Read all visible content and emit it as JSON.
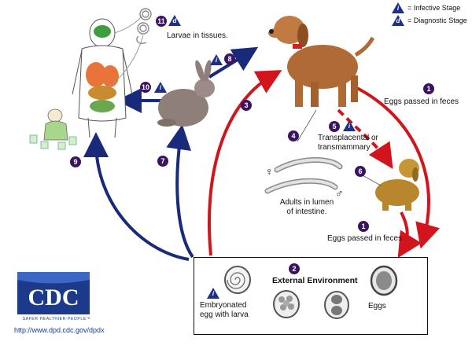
{
  "legend": {
    "infective_symbol": "i",
    "infective_label": "= Infective Stage",
    "diagnostic_symbol": "d",
    "diagnostic_label": "= Diagnostic Stage"
  },
  "steps": {
    "s1": "1",
    "s1b": "1",
    "s2": "2",
    "s3": "3",
    "s4": "4",
    "s5": "5",
    "s6": "6",
    "s7": "7",
    "s8": "8",
    "s9": "9",
    "s10": "10",
    "s11": "11"
  },
  "labels": {
    "larvae_tissues": "Larvae in tissues.",
    "eggs_feces_top": "Eggs passed in feces",
    "transplacental_line1": "Transplacental or",
    "transplacental_line2": "transmammary",
    "adults_line1": "Adults in lumen",
    "adults_line2": "of intestine.",
    "eggs_feces_bottom": "Eggs passed in feces",
    "external_environment": "External Environment",
    "embryonated_line1": "Embryonated",
    "embryonated_line2": "egg with larva",
    "eggs": "Eggs",
    "female_symbol": "♀",
    "male_symbol": "♂"
  },
  "cdc": {
    "logo_text": "CDC",
    "tagline": "SAFER·HEALTHIER·PEOPLE™",
    "url": "http://www.dpd.cdc.gov/dpdx"
  },
  "colors": {
    "red_arrow": "#d2141c",
    "blue_arrow": "#1a2a7a",
    "badge": "#3a1460",
    "stage_triangle": "#1d2f86",
    "cdc_blue": "#1d3a8a"
  }
}
